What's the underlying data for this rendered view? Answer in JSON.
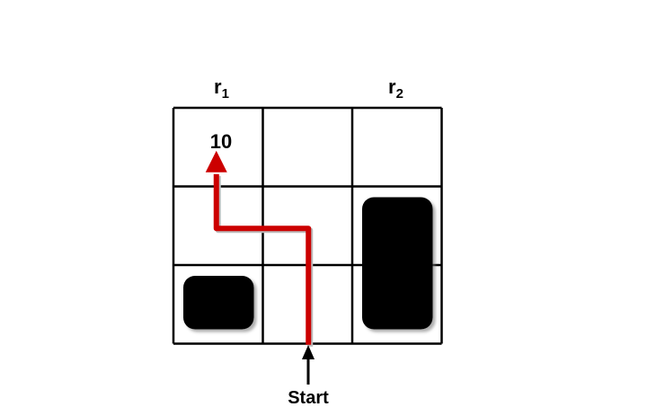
{
  "grid": {
    "rows": 3,
    "cols": 3,
    "line_color": "#000000"
  },
  "column_labels": [
    {
      "base": "r",
      "sub": "1"
    },
    {
      "base": "",
      "sub": ""
    },
    {
      "base": "r",
      "sub": "2"
    }
  ],
  "reward_value": "10",
  "start_label": "Start",
  "obstacles": [
    {
      "name": "obstacle-small",
      "col_start": 0,
      "col_end": 0,
      "row_start": 2,
      "row_end": 2
    },
    {
      "name": "obstacle-tall",
      "col_start": 2,
      "col_end": 2,
      "row_start": 1,
      "row_end": 2
    }
  ],
  "path": {
    "color": "#cc0000",
    "waypoints": [
      {
        "col": 1,
        "row": 2
      },
      {
        "col": 1,
        "row": 1
      },
      {
        "col": 0,
        "row": 1
      },
      {
        "col": 0,
        "row": 0
      }
    ]
  },
  "colors": {
    "obstacle": "#000000",
    "arrow_start": "#000000"
  }
}
